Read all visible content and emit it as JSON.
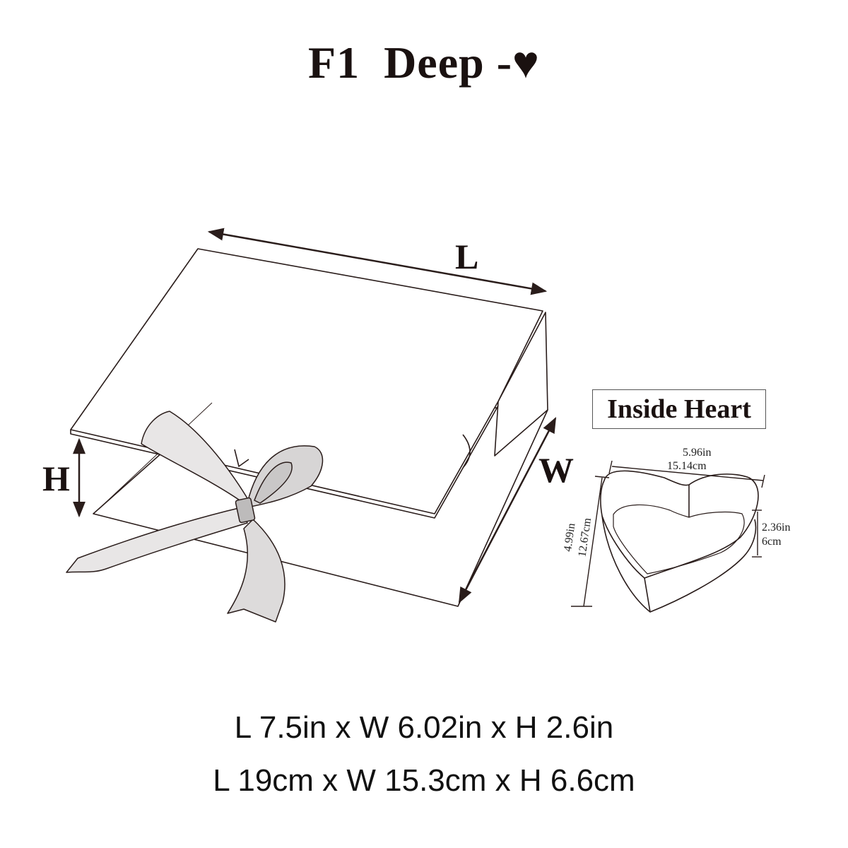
{
  "title": "F1  Deep -♥",
  "diagram": {
    "box_labels": {
      "length": "L",
      "width": "W",
      "height": "H"
    },
    "inside": {
      "label": "Inside Heart",
      "length_in": "5.96in",
      "length_cm": "15.14cm",
      "width_in": "4.99in",
      "width_cm": "12.67cm",
      "height_in": "2.36in",
      "height_cm": "6cm"
    }
  },
  "specs": {
    "imperial": "L 7.5in x W 6.02in x H 2.6in",
    "metric": "L 19cm x W 15.3cm x H 6.6cm"
  }
}
